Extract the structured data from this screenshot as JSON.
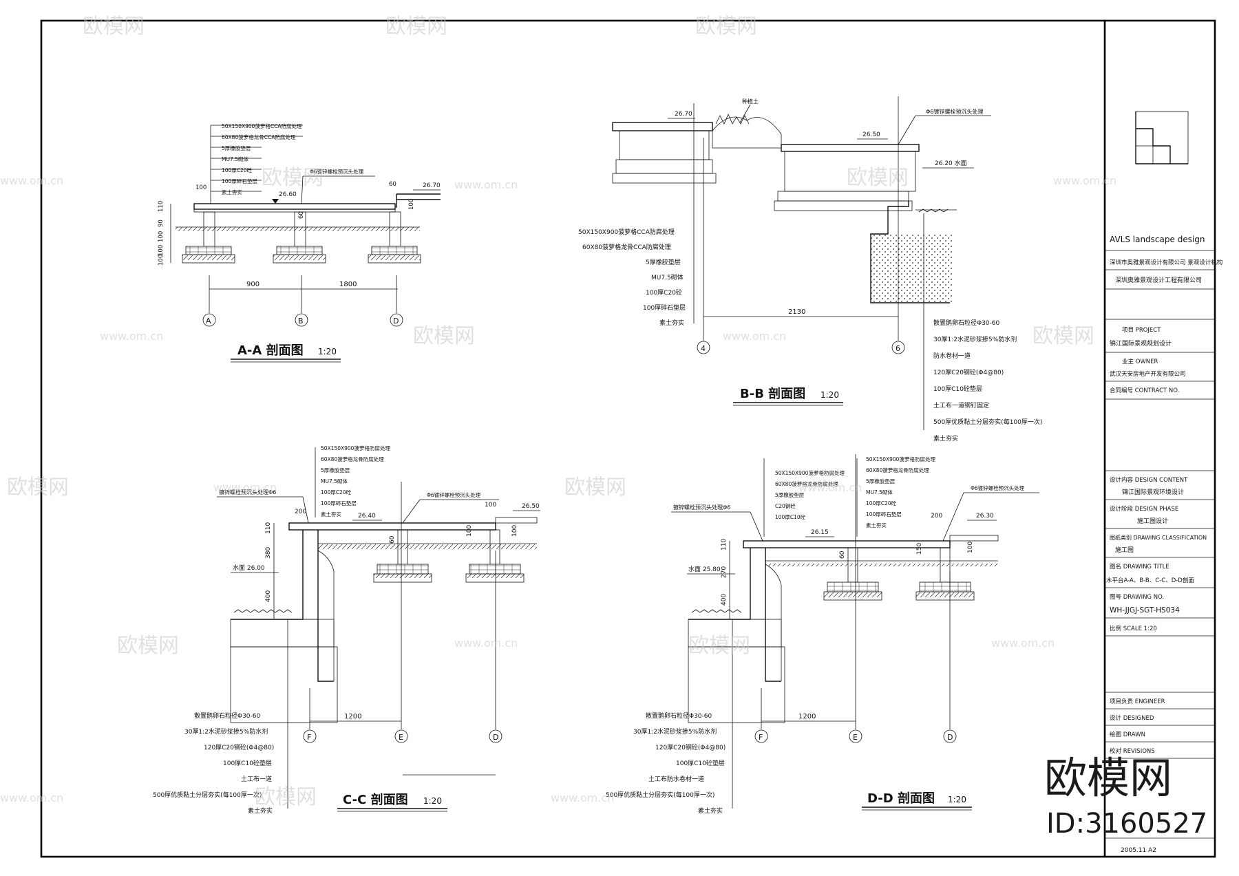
{
  "title_block": {
    "company_en": "AVLS landscape design",
    "company_cn_1": "深圳市奥雅景观设计有限公司 景观设计机构",
    "company_cn_2": "深圳奥雅景观设计工程有限公司",
    "project_label": "项目 PROJECT",
    "project_value": "锦江国际景观规划设计",
    "owner_label": "业主 OWNER",
    "owner_value": "武汉天安房地产开发有限公司",
    "contract_label": "合同编号 CONTRACT NO.",
    "design_content_label": "设计内容 DESIGN CONTENT",
    "design_content_value": "锦江国际景观环境设计",
    "design_phase_label": "设计阶段 DESIGN PHASE",
    "design_phase_value": "施工图设计",
    "drawing_type_label": "图纸类别 DRAWING CLASSIFICATION",
    "drawing_type_value": "施工图",
    "drawing_title_label": "图名 DRAWING TITLE",
    "drawing_title_value": "木平台A-A、B-B、C-C、D-D剖面",
    "drawing_no_label": "图号 DRAWING NO.",
    "drawing_no_value": "WH-JJGJ-SGT-HS034",
    "scale_label": "比例 SCALE 1:20",
    "engineer_label": "项目负责 ENGINEER",
    "designed_label": "设计 DESIGNED",
    "drawn_label": "绘图 DRAWN",
    "checked_label": "校对 REVISIONS",
    "date_value": "2005.11 A2"
  },
  "sections": {
    "aa": {
      "title": "A-A 剖面图",
      "scale": "1:20",
      "notes": [
        "50X150X900菠萝格CCA防腐处理",
        "60X80菠萝格龙骨CCA防腐处理",
        "5厚橡胶垫层",
        "MU7.5砌体",
        "100厚C20砼",
        "100厚碎石垫层",
        "素土夯实"
      ],
      "callout": "Φ6镀锌螺栓预沉头处理",
      "elev_1": "26.60",
      "elev_2": "26.70",
      "dims_v": [
        "110",
        "90",
        "100",
        "100",
        "100"
      ],
      "dim_100": "100",
      "dim_60": "60",
      "dim_60b": "60",
      "dim_100b": "100",
      "dims_h": [
        "900",
        "1800"
      ],
      "axes": [
        "A",
        "B",
        "D"
      ]
    },
    "bb": {
      "title": "B-B 剖面图",
      "scale": "1:20",
      "notes_left": [
        "50X150X900菠萝格CCA防腐处理",
        "60X80菠萝格龙骨CCA防腐处理",
        "5厚橡胶垫层",
        "MU7.5砌体",
        "100厚C20砼",
        "100厚碎石垫层",
        "素土夯实"
      ],
      "notes_right": [
        "散置鹅卵石粒径Φ30-60",
        "30厚1:2水泥砂浆掺5%防水剂",
        "防水卷材一道",
        "120厚C20钢砼(Φ4@80)",
        "100厚C10砼垫层",
        "土工布一道钢钉固定",
        "500厚优质黏土分层夯实(每100厚一次)",
        "素土夯实"
      ],
      "planting": "种植土",
      "callout": "Φ6镀锌螺栓预沉头处理",
      "elev_1": "26.70",
      "elev_2": "26.50",
      "elev_3": "26.20 水面",
      "dim": "2130",
      "axes": [
        "4",
        "6"
      ]
    },
    "cc": {
      "title": "C-C 剖面图",
      "scale": "1:20",
      "notes_top": [
        "50X150X900菠萝格防腐处理",
        "60X80菠萝格龙骨防腐处理",
        "5厚橡胶垫层",
        "MU7.5砌体",
        "100厚C20砼",
        "100厚碎石垫层",
        "素土夯实"
      ],
      "notes_bottom": [
        "散置鹅卵石粒径Φ30-60",
        "30厚1:2水泥砂浆掺5%防水剂",
        "120厚C20钢砼(Φ4@80)",
        "100厚C10砼垫层",
        "土工布一道",
        "500厚优质黏土分层夯实(每100厚一次)",
        "素土夯实"
      ],
      "callout_left": "镀锌螺栓预沉头处理Φ6",
      "callout_right": "Φ6镀锌螺栓预沉头处理",
      "elev_1": "26.40",
      "elev_2": "26.50",
      "water": "水面 26.00",
      "dims_v": [
        "110",
        "380",
        "400"
      ],
      "dim_200": "200",
      "dim_100": "100",
      "dim_60": "60",
      "dim_100b": "100",
      "dim_100c": "100",
      "dim": "1200",
      "axes": [
        "F",
        "E",
        "D"
      ]
    },
    "dd": {
      "title": "D-D 剖面图",
      "scale": "1:20",
      "notes_top_a": [
        "50X150X900菠萝格防腐处理",
        "60X80菠萝格龙骨防腐处理",
        "5厚橡胶垫层",
        "C20钢砼",
        "100厚C10砼"
      ],
      "notes_top_b": [
        "50X150X900菠萝格防腐处理",
        "60X80菠萝格龙骨防腐处理",
        "5厚橡胶垫层",
        "MU7.5砌体",
        "100厚C20砼",
        "100厚碎石垫层",
        "素土夯实"
      ],
      "notes_bottom": [
        "散置鹅卵石粒径Φ30-60",
        "30厚1:2水泥砂浆掺5%防水剂",
        "120厚C20钢砼(Φ4@80)",
        "100厚C10砼垫层",
        "土工布防水卷材一道",
        "500厚优质黏土分层夯实(每100厚一次)",
        "素土夯实"
      ],
      "callout_left": "镀锌螺栓预沉头处理Φ6",
      "callout_right": "Φ6镀锌螺栓预沉头处理",
      "elev_1": "26.15",
      "elev_2": "26.30",
      "water": "水面 25.80",
      "dims_v": [
        "110",
        "270",
        "400"
      ],
      "dim_200": "200",
      "dim_60": "60",
      "dim_150": "150",
      "dim_100": "100",
      "dim": "1200",
      "axes": [
        "F",
        "E",
        "D"
      ]
    }
  },
  "watermark": {
    "brand": "欧模网",
    "url": "www.om.cn",
    "id": "ID:3160527"
  }
}
